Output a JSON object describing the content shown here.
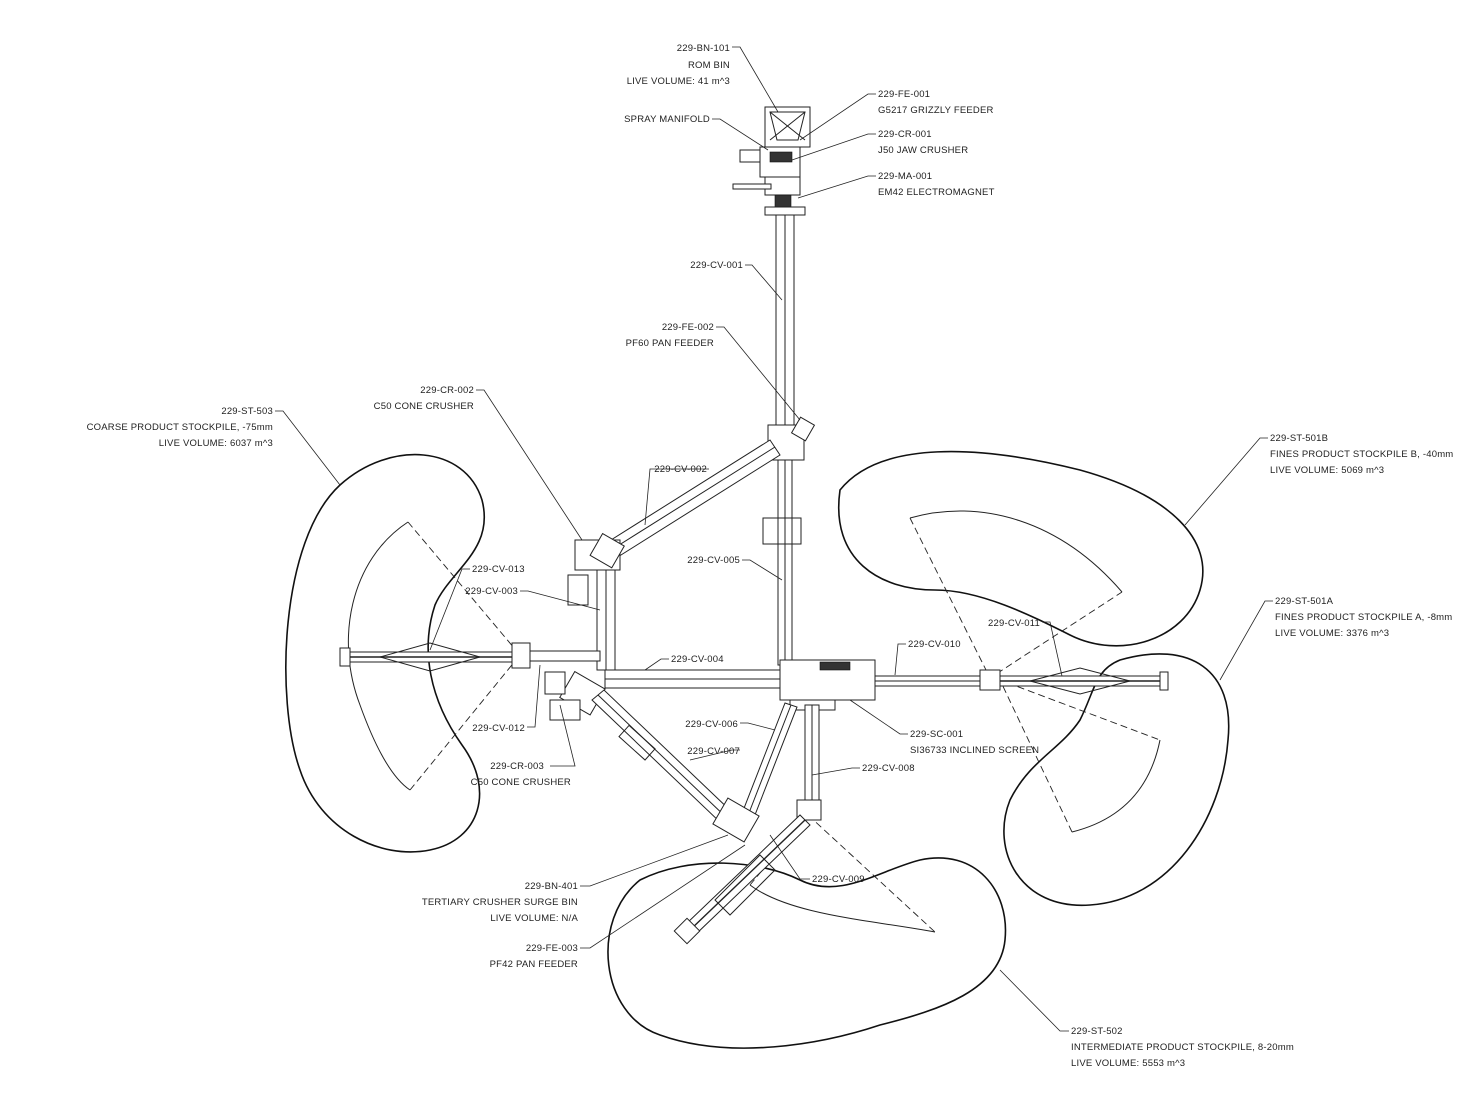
{
  "labels": {
    "bn101": {
      "tag": "229-BN-101",
      "desc": "ROM BIN",
      "extra": "LIVE VOLUME: 41 m^3"
    },
    "spray": {
      "tag": "SPRAY MANIFOLD"
    },
    "fe001": {
      "tag": "229-FE-001",
      "desc": "G5217 GRIZZLY FEEDER"
    },
    "cr001": {
      "tag": "229-CR-001",
      "desc": "J50 JAW CRUSHER"
    },
    "ma001": {
      "tag": "229-MA-001",
      "desc": "EM42 ELECTROMAGNET"
    },
    "cv001": {
      "tag": "229-CV-001"
    },
    "fe002": {
      "tag": "229-FE-002",
      "desc": "PF60 PAN FEEDER"
    },
    "cr002": {
      "tag": "229-CR-002",
      "desc": "C50 CONE CRUSHER"
    },
    "st503": {
      "tag": "229-ST-503",
      "desc": "COARSE PRODUCT STOCKPILE, -75mm",
      "extra": "LIVE VOLUME: 6037 m^3"
    },
    "cv002": {
      "tag": "229-CV-002"
    },
    "cv005": {
      "tag": "229-CV-005"
    },
    "st501b": {
      "tag": "229-ST-501B",
      "desc": "FINES PRODUCT STOCKPILE B, -40mm",
      "extra": "LIVE VOLUME: 5069 m^3"
    },
    "cv013": {
      "tag": "229-CV-013"
    },
    "cv003": {
      "tag": "229-CV-003"
    },
    "st501a": {
      "tag": "229-ST-501A",
      "desc": "FINES PRODUCT STOCKPILE A, -8mm",
      "extra": "LIVE VOLUME: 3376 m^3"
    },
    "cv011": {
      "tag": "229-CV-011"
    },
    "cv010": {
      "tag": "229-CV-010"
    },
    "cv004": {
      "tag": "229-CV-004"
    },
    "cv012": {
      "tag": "229-CV-012"
    },
    "cv006": {
      "tag": "229-CV-006"
    },
    "sc001": {
      "tag": "229-SC-001",
      "desc": "SI36733 INCLINED SCREEN"
    },
    "cv007": {
      "tag": "229-CV-007"
    },
    "cr003": {
      "tag": "229-CR-003",
      "desc": "C50 CONE CRUSHER"
    },
    "cv008": {
      "tag": "229-CV-008"
    },
    "cv009": {
      "tag": "229-CV-009"
    },
    "bn401": {
      "tag": "229-BN-401",
      "desc": "TERTIARY CRUSHER SURGE BIN",
      "extra": "LIVE VOLUME: N/A"
    },
    "fe003": {
      "tag": "229-FE-003",
      "desc": "PF42 PAN FEEDER"
    },
    "st502": {
      "tag": "229-ST-502",
      "desc": "INTERMEDIATE PRODUCT STOCKPILE, 8-20mm",
      "extra": "LIVE VOLUME: 5553 m^3"
    }
  }
}
